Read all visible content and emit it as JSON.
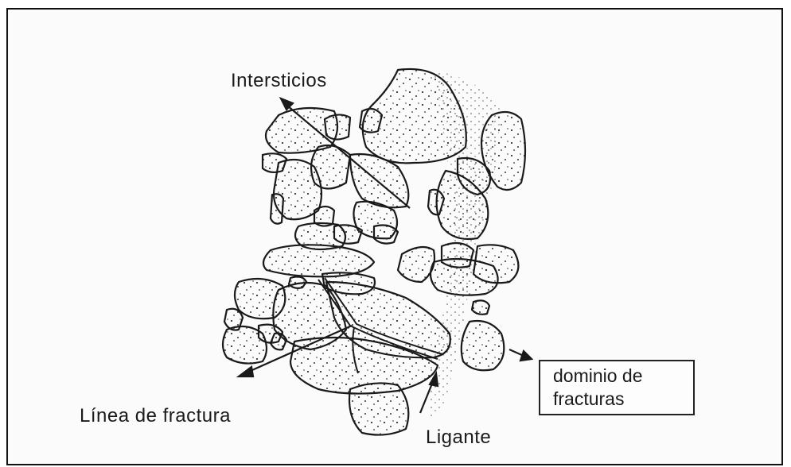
{
  "labels": {
    "intersticios": "Intersticios",
    "linea_fractura": "Línea de fractura",
    "ligante": "Ligante",
    "dominio_line1": "dominio de",
    "dominio_line2": "fracturas"
  },
  "colors": {
    "ink": "#1a1a1a",
    "stipple": "#333333",
    "background": "#fbfbfb"
  }
}
